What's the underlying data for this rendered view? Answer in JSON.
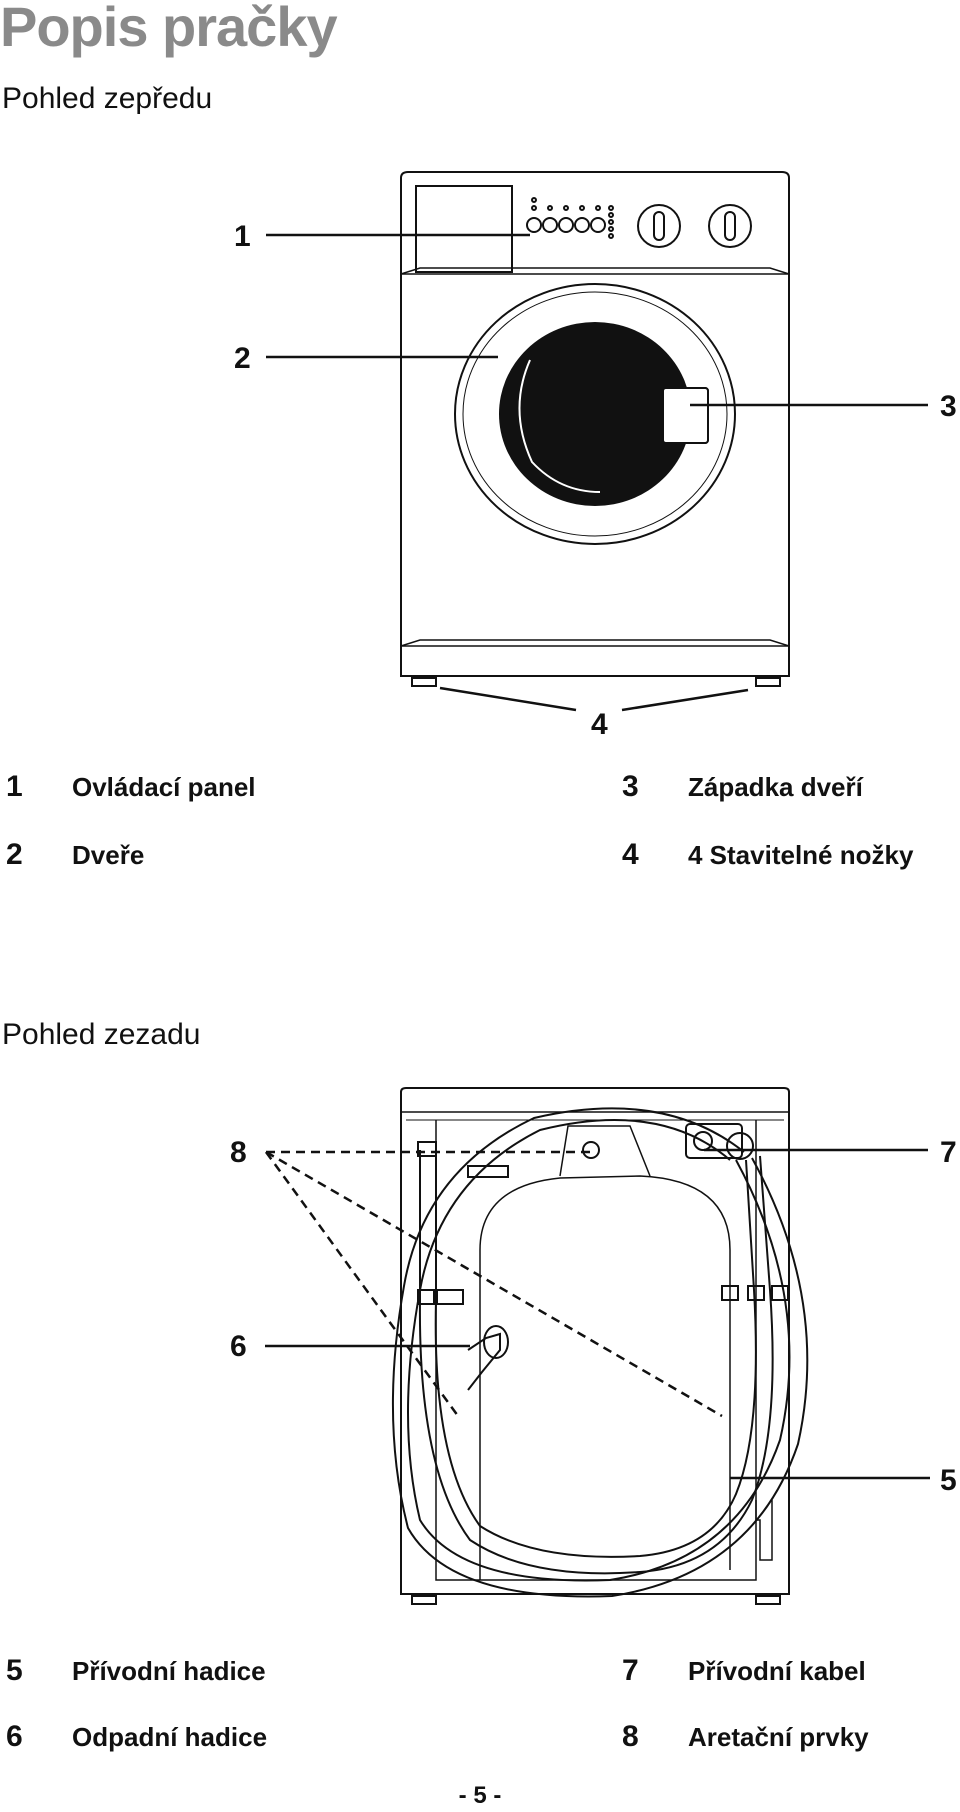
{
  "title": "Popis pračky",
  "front": {
    "heading": "Pohled zepředu",
    "callouts": [
      "1",
      "2",
      "3",
      "4"
    ],
    "legend": [
      {
        "num": "1",
        "label": "Ovládací panel"
      },
      {
        "num": "2",
        "label": "Dveře"
      },
      {
        "num": "3",
        "label": "Západka dveří"
      },
      {
        "num": "4",
        "label": "4 Stavitelné nožky"
      }
    ]
  },
  "back": {
    "heading": "Pohled zezadu",
    "callouts": [
      "8",
      "7",
      "6",
      "5"
    ],
    "legend": [
      {
        "num": "5",
        "label": "Přívodní hadice"
      },
      {
        "num": "6",
        "label": "Odpadní hadice"
      },
      {
        "num": "7",
        "label": "Přívodní kabel"
      },
      {
        "num": "8",
        "label": "Aretační prvky"
      }
    ]
  },
  "page_number": "- 5 -"
}
